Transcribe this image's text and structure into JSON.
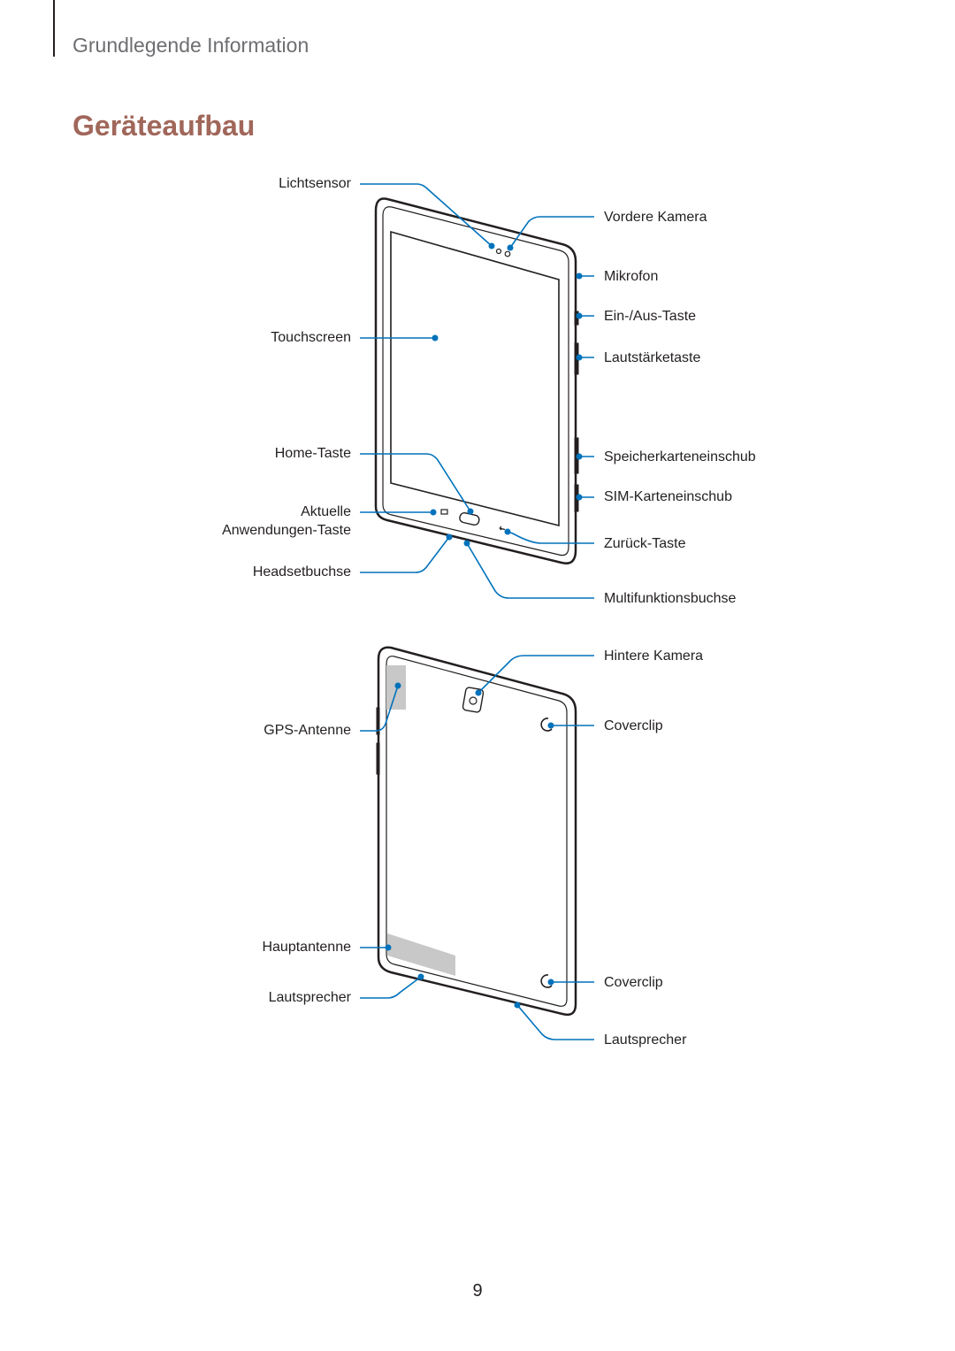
{
  "header": {
    "section_title": "Grundlegende Information",
    "page_heading": "Geräteaufbau",
    "heading_color": "#a0675a"
  },
  "front_view": {
    "left_labels": {
      "light_sensor": "Lichtsensor",
      "touchscreen": "Touchscreen",
      "home_key": "Home-Taste",
      "recent_apps_line1": "Aktuelle",
      "recent_apps_line2": "Anwendungen-Taste",
      "headset_jack": "Headsetbuchse"
    },
    "right_labels": {
      "front_camera": "Vordere Kamera",
      "microphone": "Mikrofon",
      "power_key": "Ein-/Aus-Taste",
      "volume_key": "Lautstärketaste",
      "memory_card_tray": "Speicherkarteneinschub",
      "sim_card_tray": "SIM-Karteneinschub",
      "back_key": "Zurück-Taste",
      "multipurpose_jack": "Multifunktionsbuchse"
    }
  },
  "back_view": {
    "left_labels": {
      "gps_antenna": "GPS-Antenne",
      "main_antenna": "Hauptantenne",
      "speaker": "Lautsprecher"
    },
    "right_labels": {
      "rear_camera": "Hintere Kamera",
      "cover_clip_top": "Coverclip",
      "cover_clip_bottom": "Coverclip",
      "speaker": "Lautsprecher"
    }
  },
  "callout_color": "#0072bc",
  "footer": {
    "page_number": "9"
  }
}
